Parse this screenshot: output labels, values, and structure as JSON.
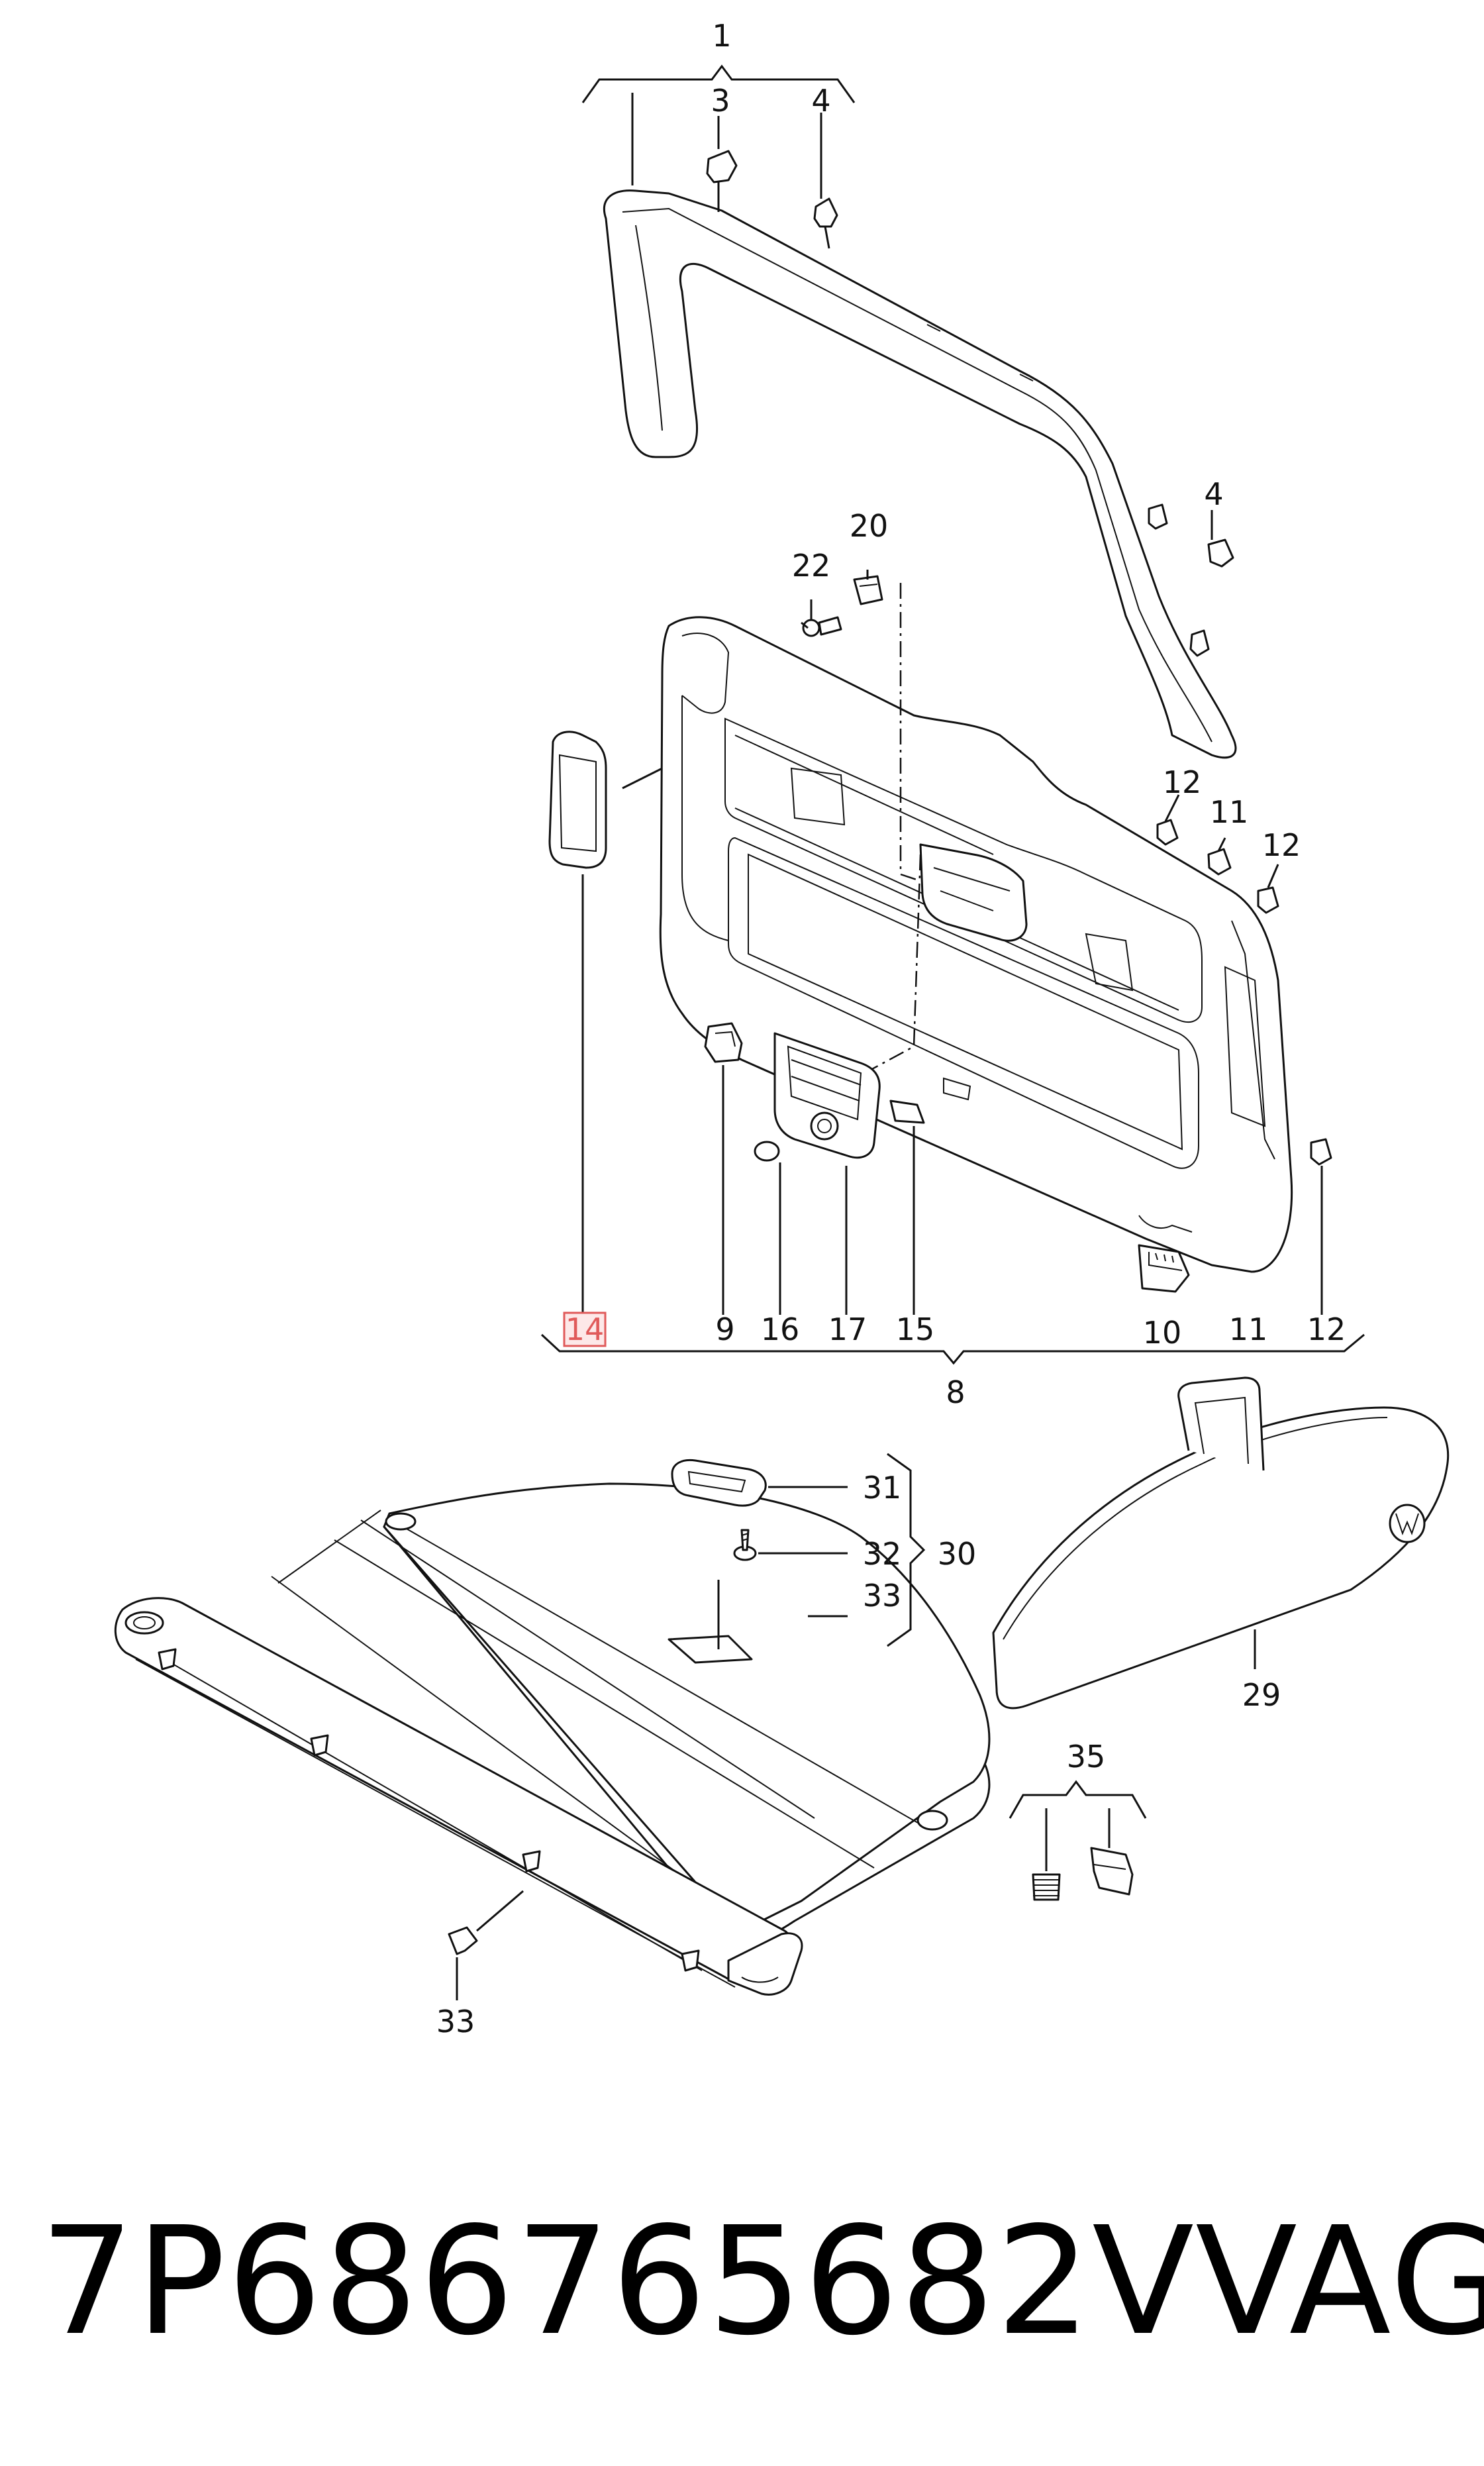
{
  "callouts": {
    "c1": "1",
    "c3": "3",
    "c4a": "4",
    "c4b": "4",
    "c20": "20",
    "c22": "22",
    "c12a": "12",
    "c11a": "11",
    "c12b": "12",
    "c14": "14",
    "c9": "9",
    "c16": "16",
    "c17": "17",
    "c15": "15",
    "c10": "10",
    "c11b": "11",
    "c12c": "12",
    "c8": "8",
    "c31": "31",
    "c32": "32",
    "c30": "30",
    "c33a": "33",
    "c29": "29",
    "c35": "35",
    "c33b": "33"
  },
  "highlight_color": "#e05a5a",
  "caption": {
    "part_number": "7P686765682V",
    "brand": "VAG"
  }
}
